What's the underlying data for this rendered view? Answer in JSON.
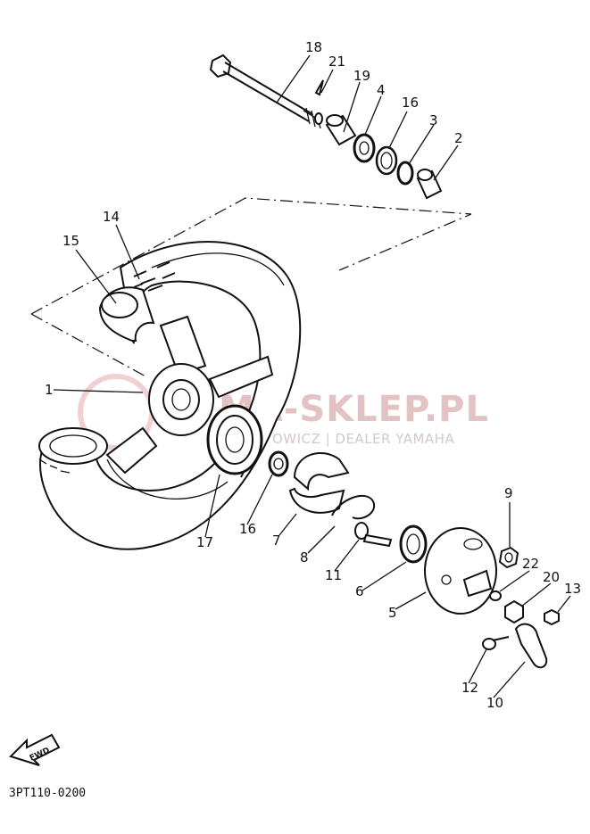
{
  "diagram": {
    "code": "3PT110-0200",
    "fwd_label": "FWD",
    "watermark": {
      "main": "MA-SKLEP.PL",
      "sub": "OWICZ | DEALER YAMAHA"
    },
    "callouts": [
      "18",
      "21",
      "19",
      "4",
      "16",
      "3",
      "2",
      "14",
      "15",
      "1",
      "17",
      "16",
      "7",
      "8",
      "11",
      "6",
      "5",
      "9",
      "22",
      "20",
      "13",
      "12",
      "10"
    ]
  },
  "colors": {
    "line": "#111111",
    "watermark": "#e2c2c2"
  }
}
